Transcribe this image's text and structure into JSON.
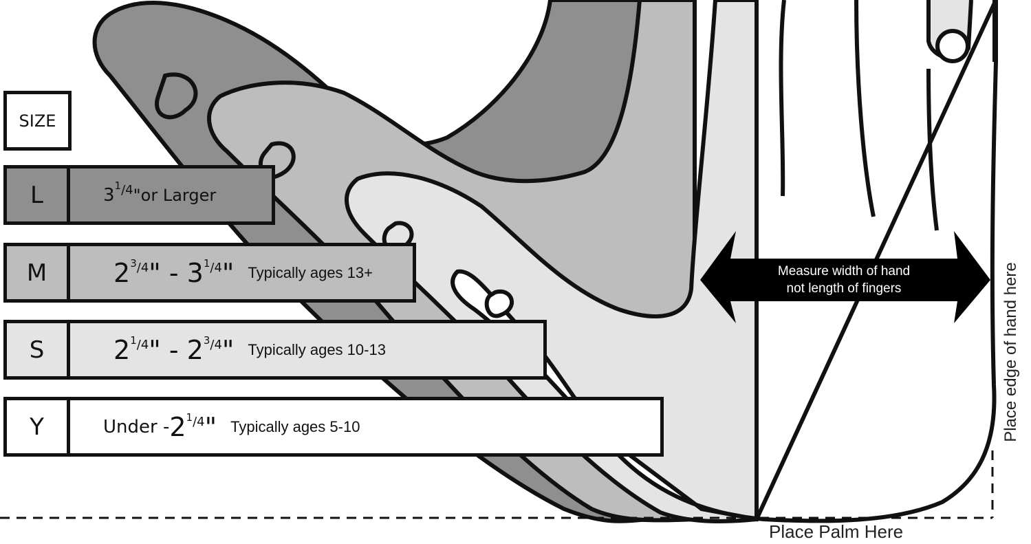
{
  "colors": {
    "large": "#8f8f8f",
    "medium": "#bdbdbd",
    "small": "#e4e4e4",
    "youth": "#ffffff",
    "outline": "#111111"
  },
  "size_header": "SIZE",
  "sizes": [
    {
      "letter": "L",
      "whole": "3",
      "num": "1",
      "den": "4",
      "suffix": "\"or Larger",
      "age": ""
    },
    {
      "letter": "M",
      "whole": "2",
      "num": "3",
      "den": "4",
      "to_whole": "3",
      "to_num": "1",
      "to_den": "4",
      "age": "Typically ages 13+"
    },
    {
      "letter": "S",
      "whole": "2",
      "num": "1",
      "den": "4",
      "to_whole": "2",
      "to_num": "3",
      "to_den": "4",
      "age": "Typically ages 10-13"
    },
    {
      "letter": "Y",
      "prefix": "Under - ",
      "whole": "2",
      "num": "1",
      "den": "4",
      "age": "Typically ages 5-10"
    }
  ],
  "measure": {
    "line1": "Measure width of hand",
    "line2": "not length of fingers"
  },
  "palm_label": "Place Palm Here",
  "edge_label": "Place edge of hand here"
}
